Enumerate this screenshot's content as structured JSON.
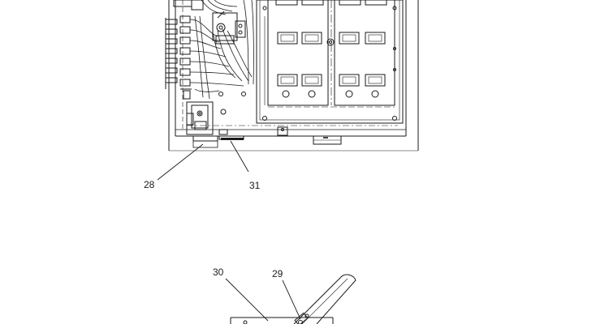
{
  "callouts": {
    "c28": "28",
    "c31": "31",
    "c30": "30",
    "c29": "29"
  },
  "colors": {
    "line": "#1a1a1a",
    "background": "#ffffff"
  }
}
